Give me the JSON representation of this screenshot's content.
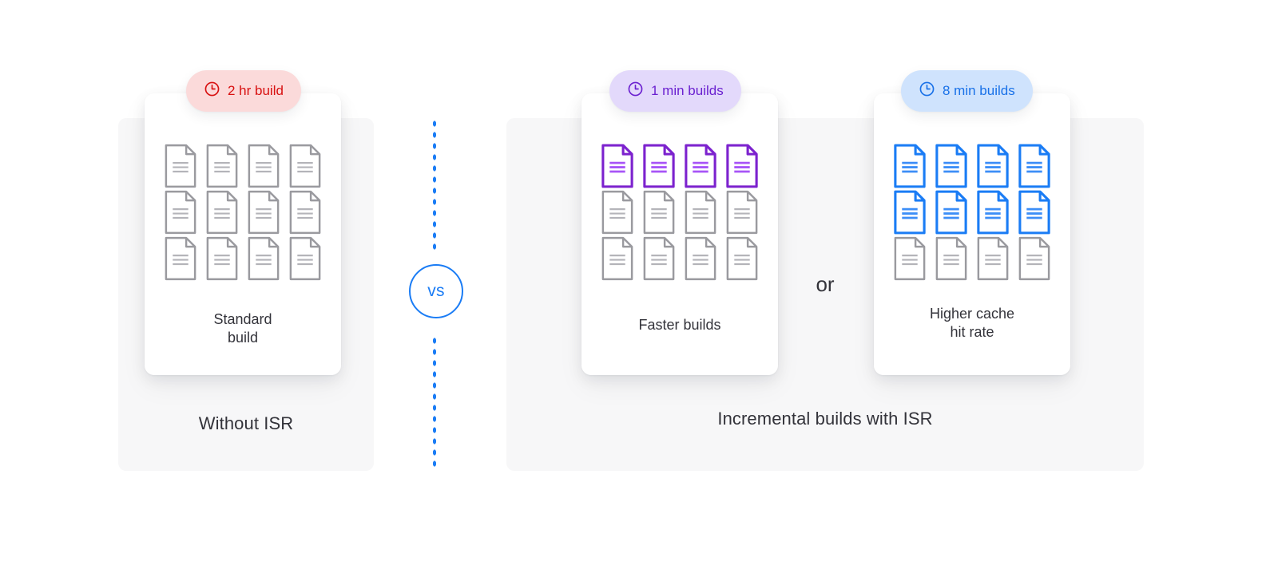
{
  "diagram": {
    "title_left": "Without ISR",
    "title_right": "Incremental builds with ISR",
    "separator_label": "or",
    "vs_label": "vs",
    "colors": {
      "panel_background": "#f7f7f8",
      "card_background": "#ffffff",
      "divider_blue": "#1a7cf5",
      "doc_inactive": "#9a9a9f",
      "doc_purple": "#7c22ce",
      "doc_blue": "#1a7cf5",
      "badge_red_bg": "#fbdada",
      "badge_red_fg": "#d81010",
      "badge_purple_bg": "#e3d9fb",
      "badge_purple_fg": "#6b21d0",
      "badge_blue_bg": "#cfe3fd",
      "badge_blue_fg": "#1971e8"
    }
  },
  "cards": [
    {
      "id": "standard",
      "badge": {
        "icon": "clock-icon",
        "label": "2 hr build",
        "accent": "#d81010"
      },
      "label": "Standard\nbuild",
      "grid": {
        "columns": 4,
        "rows": 3,
        "total": 12,
        "highlighted": 0
      },
      "doc_states": [
        [
          "inactive",
          "inactive",
          "inactive",
          "inactive"
        ],
        [
          "inactive",
          "inactive",
          "inactive",
          "inactive"
        ],
        [
          "inactive",
          "inactive",
          "inactive",
          "inactive"
        ]
      ]
    },
    {
      "id": "faster",
      "badge": {
        "icon": "clock-icon",
        "label": "1 min builds",
        "accent": "#6b21d0"
      },
      "label": "Faster builds",
      "grid": {
        "columns": 4,
        "rows": 3,
        "total": 12,
        "highlighted": 4
      },
      "doc_states": [
        [
          "purple",
          "purple",
          "purple",
          "purple"
        ],
        [
          "inactive",
          "inactive",
          "inactive",
          "inactive"
        ],
        [
          "inactive",
          "inactive",
          "inactive",
          "inactive"
        ]
      ]
    },
    {
      "id": "cache",
      "badge": {
        "icon": "clock-icon",
        "label": "8 min builds",
        "accent": "#1971e8"
      },
      "label": "Higher cache\nhit rate",
      "grid": {
        "columns": 4,
        "rows": 3,
        "total": 12,
        "highlighted": 8
      },
      "doc_states": [
        [
          "blue",
          "blue",
          "blue",
          "blue"
        ],
        [
          "blue",
          "blue",
          "blue",
          "blue"
        ],
        [
          "inactive",
          "inactive",
          "inactive",
          "inactive"
        ]
      ]
    }
  ]
}
